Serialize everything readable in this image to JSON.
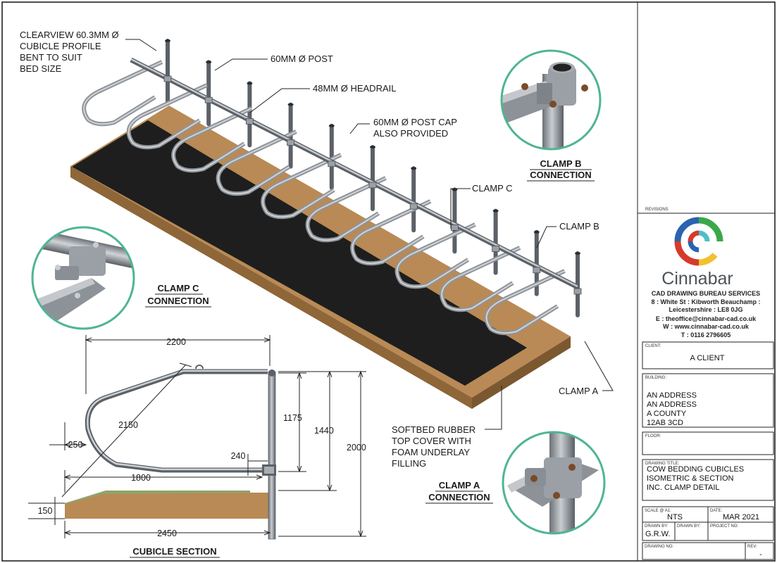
{
  "labels": {
    "profile": [
      "CLEARVIEW 60.3MM Ø",
      "CUBICLE PROFILE",
      "BENT TO SUIT",
      "BED SIZE"
    ],
    "post": "60MM Ø POST",
    "headrail": "48MM Ø HEADRAIL",
    "post_cap": [
      "60MM Ø POST CAP",
      "ALSO PROVIDED"
    ],
    "clamp_c": "CLAMP C",
    "clamp_b": "CLAMP B",
    "clamp_a": "CLAMP A",
    "softbed": [
      "SOFTBED RUBBER",
      "TOP COVER WITH",
      "FOAM UNDERLAY",
      "FILLING"
    ]
  },
  "detail_titles": {
    "clamp_b": [
      "CLAMP B",
      "CONNECTION"
    ],
    "clamp_c": [
      "CLAMP C",
      "CONNECTION"
    ],
    "clamp_a": [
      "CLAMP A",
      "CONNECTION"
    ],
    "section": "CUBICLE SECTION"
  },
  "dimensions": {
    "overall_length": "2200",
    "diagonal": "2150",
    "offset": "250",
    "height_1175": "1175",
    "height_1440": "1440",
    "height_2000": "2000",
    "clamp_offset": "240",
    "bed_length": "1800",
    "bed_height": "150",
    "base_length": "2450"
  },
  "company": {
    "name": "Cinnabar",
    "service": "CAD DRAWING BUREAU SERVICES",
    "address1": "8 : White St : Kibworth Beauchamp :",
    "address2": "Leicestershire : LE8 0JG",
    "email": "E : theoffice@cinnabar-cad.co.uk",
    "web": "W : www.cinnabar-cad.co.uk",
    "tel": "T : 0116 2796605"
  },
  "title_block": {
    "revisions_label": "REVISIONS",
    "client_label": "CLIENT:",
    "client": "A CLIENT",
    "building_label": "BUILDING:",
    "building": [
      "AN ADDRESS",
      "AN ADDRESS",
      "A COUNTY",
      "12AB 3CD"
    ],
    "floor_label": "FLOOR:",
    "drawing_title_label": "DRAWING TITLE:",
    "drawing_title": [
      "COW BEDDING CUBICLES",
      "ISOMETRIC & SECTION",
      "INC. CLAMP DETAIL"
    ],
    "scale_label": "SCALE @ A1:",
    "scale": "NTS",
    "date_label": "DATE:",
    "date": "MAR 2021",
    "drawn_label": "DRAWN BY:",
    "drawn": "G.R.W.",
    "drawn2_label": "DRAWN BY:",
    "project_label": "PROJECT NO:",
    "drawing_no_label": "DRAWING NO:",
    "rev_label": "REV:",
    "rev": "-"
  },
  "colors": {
    "border": "#222222",
    "rubber": "#1e1e1e",
    "timber": "#b98a55",
    "timber_dark": "#8e6638",
    "steel": "#a9aeb3",
    "steel_dark": "#5c6167",
    "detail_ring": "#4fb592",
    "bolt": "#7a4a2a",
    "logo_red": "#d63a2a",
    "logo_blue": "#2a63b0",
    "logo_green": "#3aa84a",
    "logo_yellow": "#f2c12e",
    "logo_cyan": "#4dbfc9"
  }
}
